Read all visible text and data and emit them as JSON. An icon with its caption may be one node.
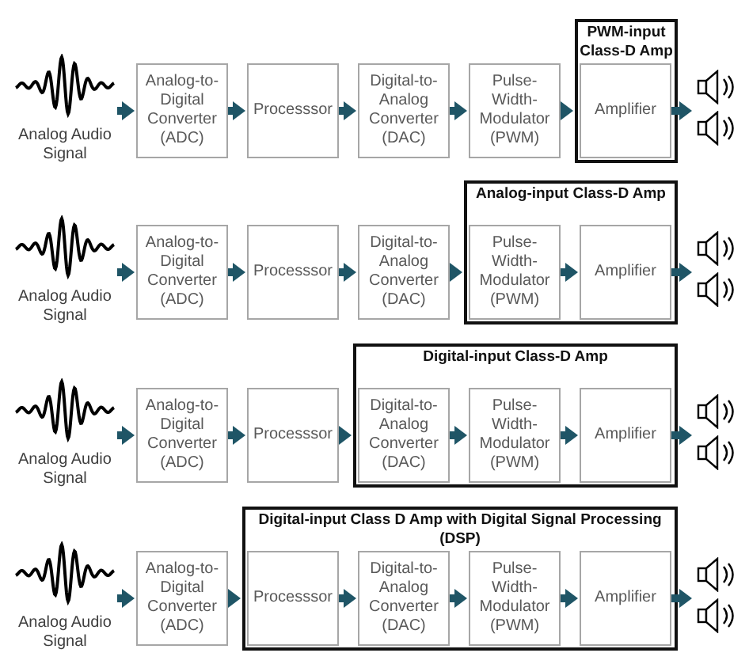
{
  "diagram": {
    "nodes": [
      {
        "text": [
          "Analog Audio Signal"
        ]
      },
      {
        "text": [
          "Analog-to-Digital Converter (ADC)"
        ]
      },
      {
        "text": [
          "Processsor"
        ]
      },
      {
        "text": [
          "Digital-to-Analog Converter (DAC)"
        ]
      },
      {
        "text": [
          "Pulse-Width-Modulator (PWM)"
        ]
      },
      {
        "text": [
          "PWM-input Class-D Amp"
        ]
      },
      {
        "text": [
          "Amplifier"
        ],
        "in": 5
      },
      {
        "text": [],
        "shape": "speaker"
      },
      {
        "text": [
          "Analog Audio Signal"
        ]
      },
      {
        "text": [
          "Analog-to-Digital Converter (ADC)"
        ]
      },
      {
        "text": [
          "Processsor"
        ]
      },
      {
        "text": [
          "Digital-to-Analog Converter (DAC)"
        ]
      },
      {
        "text": [
          "Analog-input Class-D Amp"
        ]
      },
      {
        "text": [
          "Pulse-Width-Modulator (PWM)"
        ],
        "in": 12
      },
      {
        "text": [
          "Amplifier"
        ],
        "in": 12
      },
      {
        "text": [],
        "shape": "speaker"
      },
      {
        "text": [
          "Analog Audio Signal"
        ]
      },
      {
        "text": [
          "Analog-to-Digital Converter (ADC)"
        ]
      },
      {
        "text": [
          "Processsor"
        ]
      },
      {
        "text": [
          "Digital-input Class-D Amp"
        ]
      },
      {
        "text": [
          "Digital-to-Analog Converter (DAC)"
        ],
        "in": 19
      },
      {
        "text": [
          "Pulse-Width-Modulator (PWM)"
        ],
        "in": 19
      },
      {
        "text": [
          "Amplifier"
        ],
        "in": 19
      },
      {
        "text": [],
        "shape": "speaker"
      },
      {
        "text": [
          "Analog Audio Signal"
        ]
      },
      {
        "text": [
          "Analog-to-Digital Converter (ADC)"
        ]
      },
      {
        "text": [
          "Digital-input Class D Amp with Digital Signal Processing (DSP)"
        ]
      },
      {
        "text": [
          "Processsor"
        ],
        "in": 26
      },
      {
        "text": [
          "Digital-to-Analog Converter (DAC)"
        ],
        "in": 26
      },
      {
        "text": [
          "Pulse-Width-Modulator (PWM)"
        ],
        "in": 26
      },
      {
        "text": [
          "Amplifier"
        ],
        "in": 26
      },
      {
        "text": [],
        "shape": "speaker"
      }
    ],
    "edges": [
      {
        "from": 0,
        "to": 1,
        "arrow": "to"
      },
      {
        "from": 1,
        "to": 2,
        "arrow": "to"
      },
      {
        "from": 2,
        "to": 3,
        "arrow": "to"
      },
      {
        "from": 3,
        "to": 4,
        "arrow": "to"
      },
      {
        "from": 4,
        "to": 5,
        "arrow": "to"
      },
      {
        "from": 6,
        "to": 7,
        "arrow": "to"
      },
      {
        "from": 8,
        "to": 9,
        "arrow": "to"
      },
      {
        "from": 9,
        "to": 10,
        "arrow": "to"
      },
      {
        "from": 10,
        "to": 11,
        "arrow": "to"
      },
      {
        "from": 11,
        "to": 12,
        "arrow": "to"
      },
      {
        "from": 13,
        "to": 14,
        "arrow": "to"
      },
      {
        "from": 14,
        "to": 15,
        "arrow": "to"
      },
      {
        "from": 16,
        "to": 17,
        "arrow": "to"
      },
      {
        "from": 17,
        "to": 18,
        "arrow": "to"
      },
      {
        "from": 18,
        "to": 19,
        "arrow": "to"
      },
      {
        "from": 20,
        "to": 21,
        "arrow": "to"
      },
      {
        "from": 21,
        "to": 22,
        "arrow": "to"
      },
      {
        "from": 22,
        "to": 23,
        "arrow": "to"
      },
      {
        "from": 24,
        "to": 25,
        "arrow": "to"
      },
      {
        "from": 25,
        "to": 26,
        "arrow": "to"
      },
      {
        "from": 27,
        "to": 28,
        "arrow": "to"
      },
      {
        "from": 28,
        "to": 29,
        "arrow": "to"
      },
      {
        "from": 29,
        "to": 30,
        "arrow": "to"
      },
      {
        "from": 30,
        "to": 31,
        "arrow": "to"
      }
    ]
  }
}
